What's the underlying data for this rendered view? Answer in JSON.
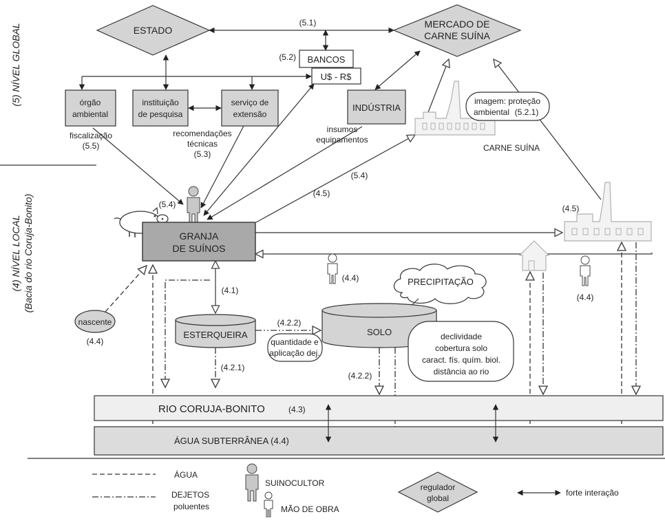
{
  "levels": {
    "global": "(5) NÍVEL GLOBAL",
    "local": "(4) NÍVEL LOCAL",
    "local_sub": "(Bacia do rio Coruja-Bonito)"
  },
  "nodes": {
    "estado": "ESTADO",
    "mercado_line1": "MERCADO DE",
    "mercado_line2": "CARNE SUÍNA",
    "bancos": "BANCOS",
    "cambio": "U$ - R$",
    "orgao_line1": "órgão",
    "orgao_line2": "ambiental",
    "instituicao_line1": "instituição",
    "instituicao_line2": "de pesquisa",
    "servico_line1": "serviço de",
    "servico_line2": "extensão",
    "industria": "INDÚSTRIA",
    "granja_line1": "GRANJA",
    "granja_line2": "DE SUÍNOS",
    "esterqueira": "ESTERQUEIRA",
    "solo": "SOLO",
    "nascente": "nascente",
    "precipitacao": "PRECIPITAÇÃO",
    "rio": "RIO CORUJA-BONITO",
    "rio_code": "(4.3)",
    "agua_sub": "ÁGUA SUBTERRÂNEA (4.4)"
  },
  "notes": {
    "fiscalizacao": "fiscalização",
    "fiscalizacao_code": "(5.5)",
    "recomendacoes_line1": "recomendações",
    "recomendacoes_line2": "técnicas",
    "recomendacoes_code": "(5.3)",
    "insumos_line1": "insumos",
    "insumos_line2": "equipamentos",
    "imagem_line1": "imagem: proteção",
    "imagem_line2": "ambiental",
    "imagem_code": "(5.2.1)",
    "carne_suina": "CARNE SUÍNA",
    "quantidade_line1": "quantidade e",
    "quantidade_line2": "aplicação dej.",
    "solo_props": [
      "declividade",
      "cobertura solo",
      "caract. fís. quím. biol.",
      "distância ao rio"
    ]
  },
  "codes": {
    "c51": "(5.1)",
    "c52": "(5.2)",
    "c54a": "(5.4)",
    "c54b": "(5.4)",
    "c45a": "(4.5)",
    "c45b": "(4.5)",
    "c41": "(4.1)",
    "c421": "(4.2.1)",
    "c422a": "(4.2.2)",
    "c422b": "(4.2.2)",
    "c44a": "(4.4)",
    "c44b": "(4.4)",
    "c44c": "(4.4)"
  },
  "legend": {
    "agua": "ÁGUA",
    "dejetos_line1": "DEJETOS",
    "dejetos_line2": "poluentes",
    "suinocultor": "SUINOCULTOR",
    "mao_de_obra": "MÃO DE OBRA",
    "regulador_line1": "regulador",
    "regulador_line2": "global",
    "forte": "forte interação"
  },
  "colors": {
    "box": "#d4d4d4",
    "granja": "#a9a9a9",
    "river": "#efefef",
    "groundwater": "#dcdcdc",
    "factory": "#f3f3f3"
  }
}
